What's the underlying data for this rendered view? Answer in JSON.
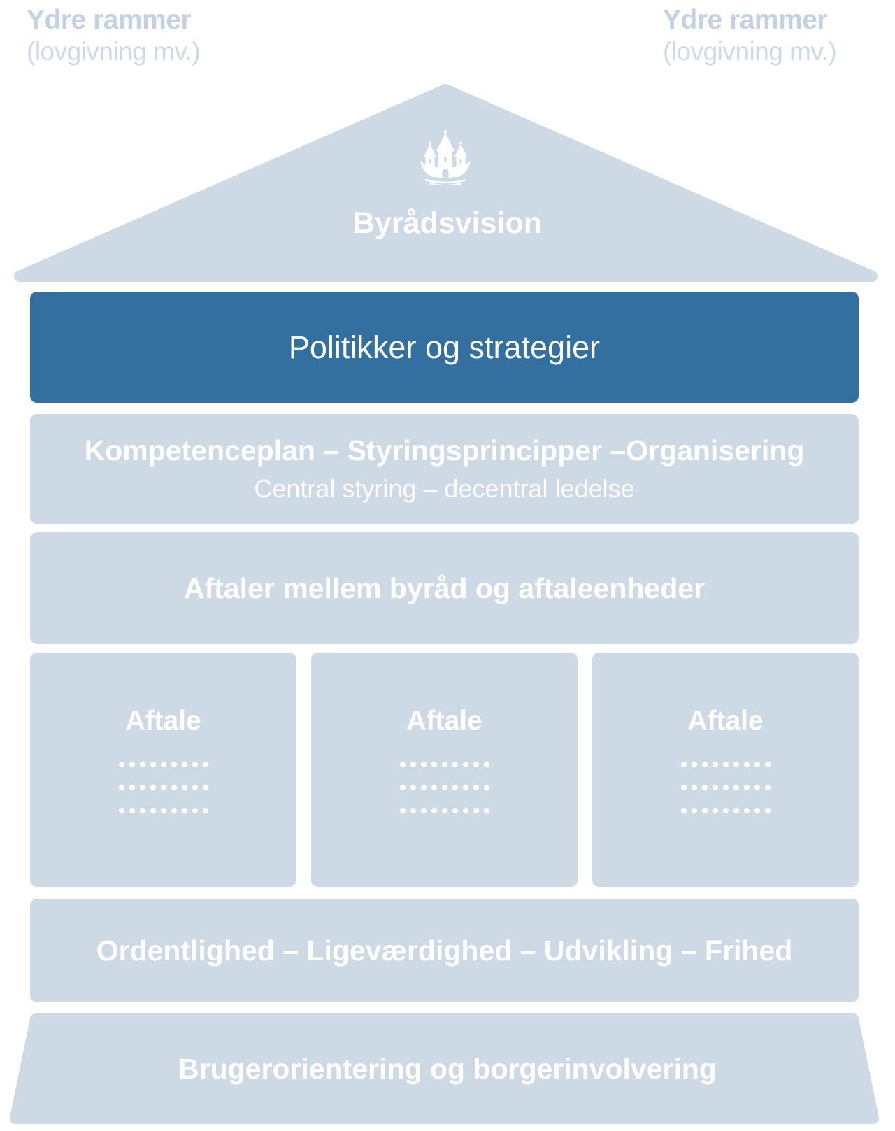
{
  "colors": {
    "light_blue": "#cdd9e5",
    "dark_blue": "#34709f",
    "corner_text": "#c3d2e2",
    "white": "#ffffff"
  },
  "corner_labels": {
    "left": {
      "title": "Ydre rammer",
      "subtitle": "(lovgivning mv.)"
    },
    "right": {
      "title": "Ydre rammer",
      "subtitle": "(lovgivning mv.)"
    }
  },
  "roof": {
    "title": "Byrådsvision",
    "logo_icon": "castle-ship-icon"
  },
  "levels": {
    "policies": {
      "label": "Politikker og strategier"
    },
    "competence": {
      "title": "Kompetenceplan – Styringsprincipper –Organisering",
      "subtitle": "Central styring – decentral ledelse"
    },
    "agreements_band": {
      "label": "Aftaler mellem byråd og aftaleenheder"
    },
    "agreement_boxes": {
      "dot_rows": 3,
      "dots_per_row": 9,
      "items": [
        {
          "label": "Aftale"
        },
        {
          "label": "Aftale"
        },
        {
          "label": "Aftale"
        }
      ]
    },
    "values_band": {
      "label": "Ordentlighed – Ligeværdighed – Udvikling – Frihed"
    },
    "foundation": {
      "label": "Brugerorientering og borgerinvolvering"
    }
  }
}
